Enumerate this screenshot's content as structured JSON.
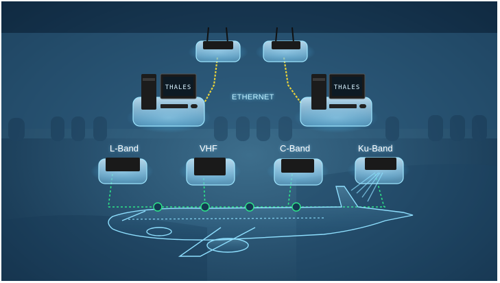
{
  "network": {
    "ethernet_label": "ETHERNET"
  },
  "workstations": [
    {
      "brand": "THALES"
    },
    {
      "brand": "THALES"
    }
  ],
  "modems": [
    {
      "band": "L-Band"
    },
    {
      "band": "VHF"
    },
    {
      "band": "C-Band"
    },
    {
      "band": "Ku-Band"
    }
  ],
  "colors": {
    "background": "#234a66",
    "glow": "#7fd6ff",
    "ethernet_cable": "#e8d23a",
    "data_link": "#2ee88a"
  },
  "icons": [
    "wifi-router-icon",
    "workstation-icon",
    "modem-icon",
    "aircraft-icon",
    "antenna-node-icon"
  ]
}
